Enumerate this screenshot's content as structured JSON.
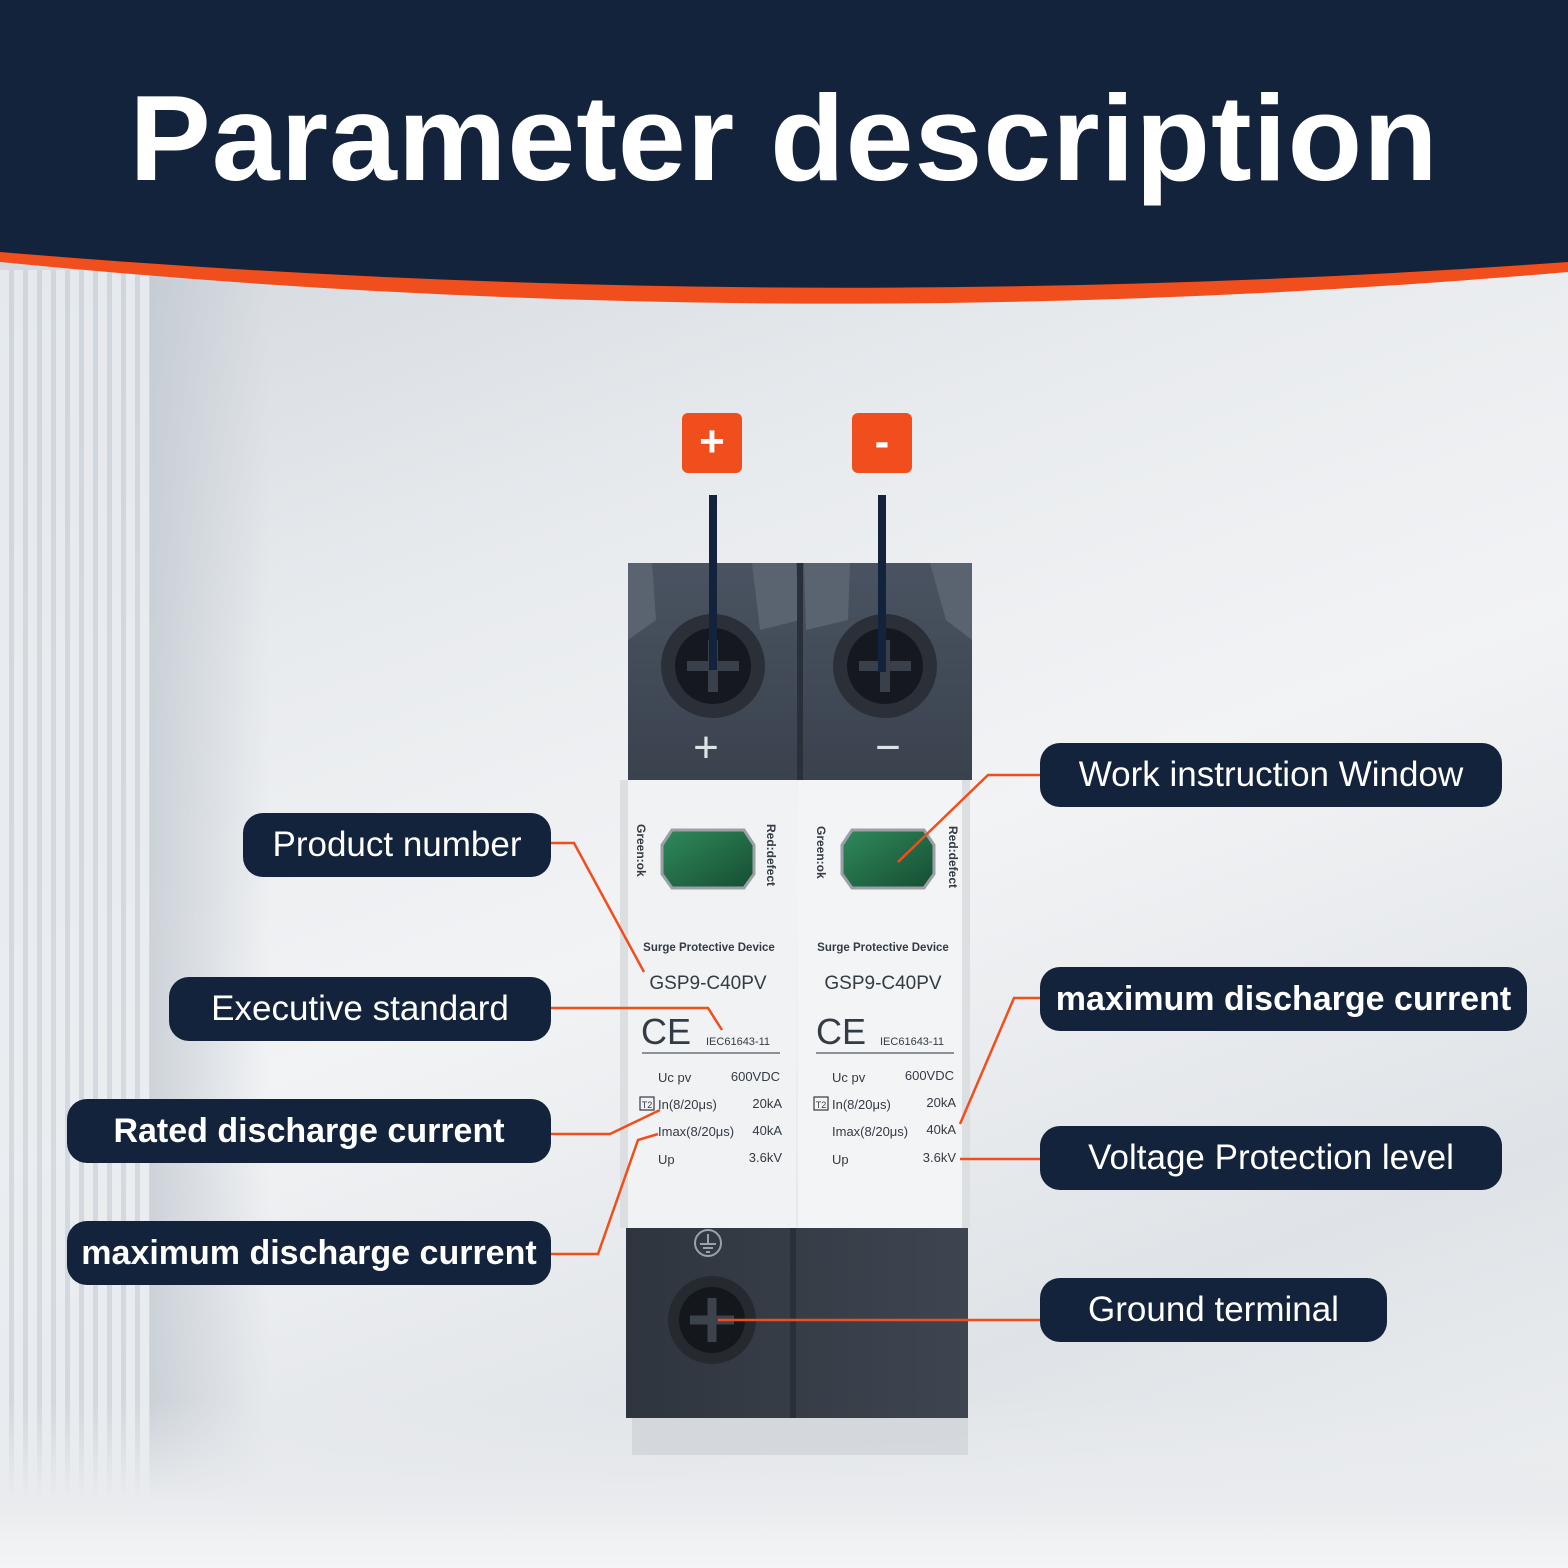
{
  "title": "Parameter description",
  "colors": {
    "navy": "#13233b",
    "accent": "#f04e1c",
    "indicator": "#1f6b45"
  },
  "polarity": {
    "positive": "+",
    "negative": "-"
  },
  "module": {
    "top_plus": "+",
    "top_minus": "−",
    "green_label": "Green:ok",
    "red_label": "Red:defect",
    "device_name": "Surge Protective Device",
    "model": "GSP9-C40PV",
    "ce_mark": "CE",
    "standard": "IEC61643-11",
    "t2_mark": "T2",
    "params": [
      {
        "name": "Uc pv",
        "value": "600VDC"
      },
      {
        "name": "In(8/20μs)",
        "value": "20kA"
      },
      {
        "name": "Imax(8/20μs)",
        "value": "40kA"
      },
      {
        "name": "Up",
        "value": "3.6kV"
      }
    ],
    "ground_icon": "ground-symbol-icon"
  },
  "callouts": {
    "product_number": "Product number",
    "executive_standard": "Executive standard",
    "rated_discharge": "Rated discharge current",
    "max_discharge_left": "maximum discharge current",
    "work_window": "Work instruction Window",
    "max_discharge_right": "maximum discharge current",
    "voltage_level": "Voltage Protection level",
    "ground_terminal": "Ground terminal"
  }
}
